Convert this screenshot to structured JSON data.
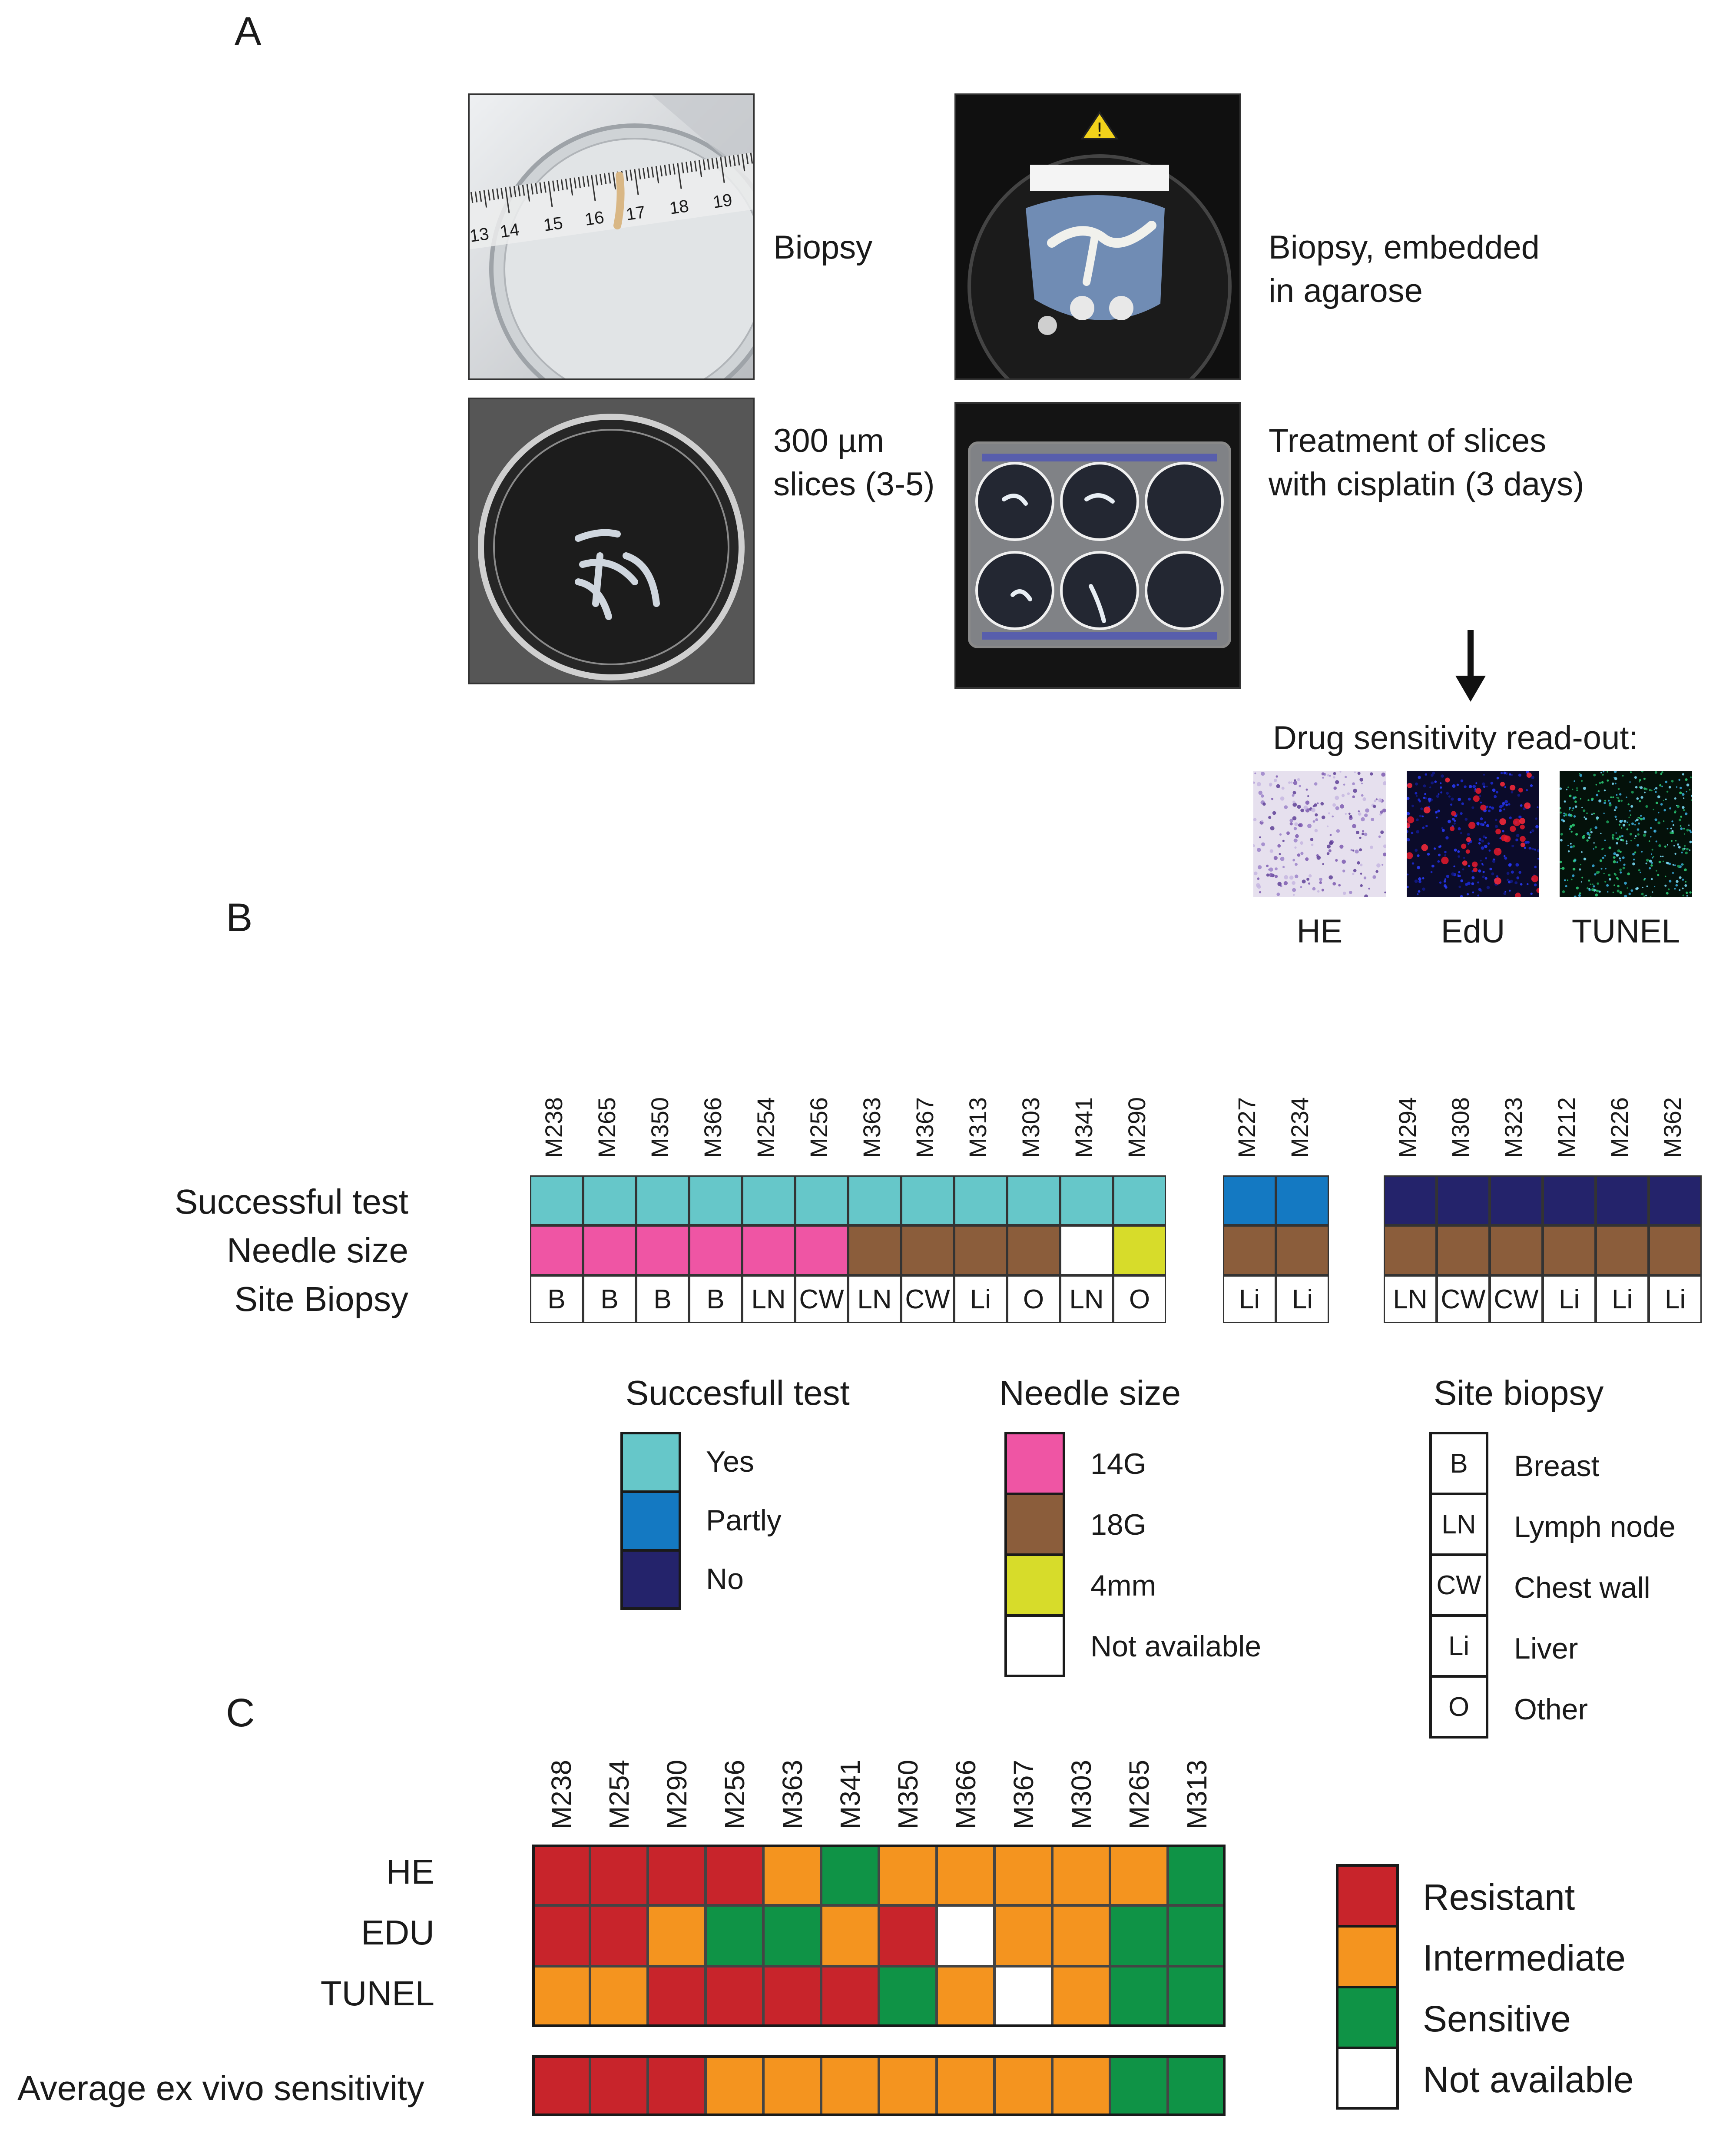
{
  "panel_letters": {
    "a": "A",
    "b": "B",
    "c": "C"
  },
  "panel_a": {
    "captions": {
      "biopsy": "Biopsy",
      "embedded_line1": "Biopsy, embedded",
      "embedded_line2": "in agarose",
      "slices_line1": "300 µm",
      "slices_line2": "slices (3-5)",
      "treatment_line1": "Treatment of slices",
      "treatment_line2": "with cisplatin (3 days)"
    },
    "ruler_numbers": [
      "13",
      "14",
      "15",
      "16",
      "17",
      "18",
      "19"
    ],
    "readout_title": "Drug sensitivity read-out:",
    "readout_labels": [
      "HE",
      "EdU",
      "TUNEL"
    ]
  },
  "panel_b": {
    "row_labels": [
      "Successful test",
      "Needle size",
      "Site Biopsy"
    ],
    "colors": {
      "yes": "#66c7c9",
      "partly": "#1479c2",
      "no": "#24236b",
      "g14": "#ef55a4",
      "g18": "#8b5d3b",
      "mm4": "#d7dc2a",
      "na": "#ffffff"
    },
    "groups": [
      {
        "samples": [
          "M238",
          "M265",
          "M350",
          "M366",
          "M254",
          "M256",
          "M363",
          "M367",
          "M313",
          "M303",
          "M341",
          "M290"
        ],
        "test": [
          "yes",
          "yes",
          "yes",
          "yes",
          "yes",
          "yes",
          "yes",
          "yes",
          "yes",
          "yes",
          "yes",
          "yes"
        ],
        "needle": [
          "g14",
          "g14",
          "g14",
          "g14",
          "g14",
          "g14",
          "g18",
          "g18",
          "g18",
          "g18",
          "na",
          "mm4"
        ],
        "site": [
          "B",
          "B",
          "B",
          "B",
          "LN",
          "CW",
          "LN",
          "CW",
          "Li",
          "O",
          "LN",
          "O"
        ]
      },
      {
        "samples": [
          "M227",
          "M234"
        ],
        "test": [
          "partly",
          "partly"
        ],
        "needle": [
          "g18",
          "g18"
        ],
        "site": [
          "Li",
          "Li"
        ]
      },
      {
        "samples": [
          "M294",
          "M308",
          "M323",
          "M212",
          "M226",
          "M362"
        ],
        "test": [
          "no",
          "no",
          "no",
          "no",
          "no",
          "no"
        ],
        "needle": [
          "g18",
          "g18",
          "g18",
          "g18",
          "g18",
          "g18"
        ],
        "site": [
          "LN",
          "CW",
          "CW",
          "Li",
          "Li",
          "Li"
        ]
      }
    ],
    "legend_test": {
      "title": "Succesfull test",
      "items": [
        "Yes",
        "Partly",
        "No"
      ]
    },
    "legend_needle": {
      "title": "Needle size",
      "items": [
        "14G",
        "18G",
        "4mm",
        "Not available"
      ]
    },
    "legend_site": {
      "title": "Site biopsy",
      "codes": [
        "B",
        "LN",
        "CW",
        "Li",
        "O"
      ],
      "names": [
        "Breast",
        "Lymph node",
        "Chest wall",
        "Liver",
        "Other"
      ]
    }
  },
  "panel_c": {
    "samples": [
      "M238",
      "M254",
      "M290",
      "M256",
      "M363",
      "M341",
      "M350",
      "M366",
      "M367",
      "M303",
      "M265",
      "M313"
    ],
    "row_labels": [
      "HE",
      "EDU",
      "TUNEL"
    ],
    "average_label": "Average ex vivo sensitivity",
    "colors": {
      "R": "#c8242b",
      "I": "#f4941f",
      "S": "#0f9346",
      "N": "#ffffff"
    },
    "rows": [
      [
        "R",
        "R",
        "R",
        "R",
        "I",
        "S",
        "I",
        "I",
        "I",
        "I",
        "I",
        "S"
      ],
      [
        "R",
        "R",
        "I",
        "S",
        "S",
        "I",
        "R",
        "N",
        "I",
        "I",
        "S",
        "S"
      ],
      [
        "I",
        "I",
        "R",
        "R",
        "R",
        "R",
        "S",
        "I",
        "N",
        "I",
        "S",
        "S"
      ]
    ],
    "average": [
      "R",
      "R",
      "R",
      "I",
      "I",
      "I",
      "I",
      "I",
      "I",
      "I",
      "S",
      "S"
    ],
    "legend": [
      {
        "code": "R",
        "label": "Resistant"
      },
      {
        "code": "I",
        "label": "Intermediate"
      },
      {
        "code": "S",
        "label": "Sensitive"
      },
      {
        "code": "N",
        "label": "Not available"
      }
    ]
  }
}
